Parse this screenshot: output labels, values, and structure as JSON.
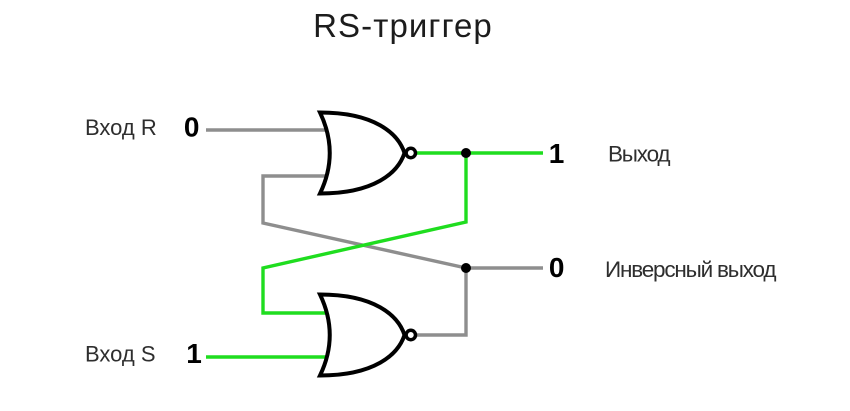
{
  "title": "RS-триггер",
  "colors": {
    "active": "#1fdd1f",
    "inactive": "#8e8e8e",
    "outline": "#000000",
    "label": "#2e2e2e",
    "value": "#000000",
    "title": "#1c1c1c"
  },
  "inputs": {
    "r": {
      "label": "Вход R",
      "value": "0"
    },
    "s": {
      "label": "Вход S",
      "value": "1"
    }
  },
  "outputs": {
    "q": {
      "label": "Выход",
      "value": "1"
    },
    "q_inv": {
      "label": "Инверсный выход",
      "value": "0"
    }
  }
}
